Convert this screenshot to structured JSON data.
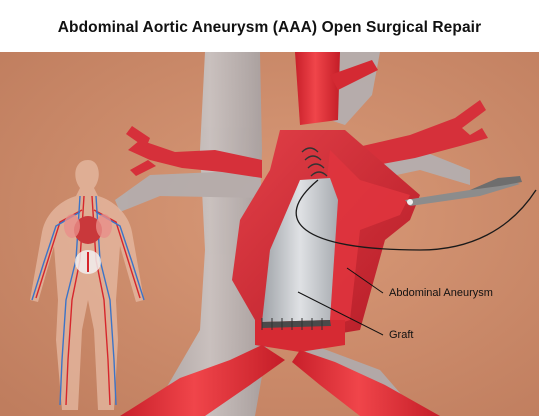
{
  "title": "Abdominal Aortic Aneurysm (AAA) Open Surgical Repair",
  "labels": {
    "aneurysm": "Abdominal Aneurysm",
    "graft": "Graft"
  },
  "colors": {
    "background": "#c98a6a",
    "artery": "#e8323a",
    "vein": "#b9b6b8",
    "graft": "#c7c9cc",
    "figure_vein": "#3b74c8",
    "figure_artery": "#d6262c"
  }
}
